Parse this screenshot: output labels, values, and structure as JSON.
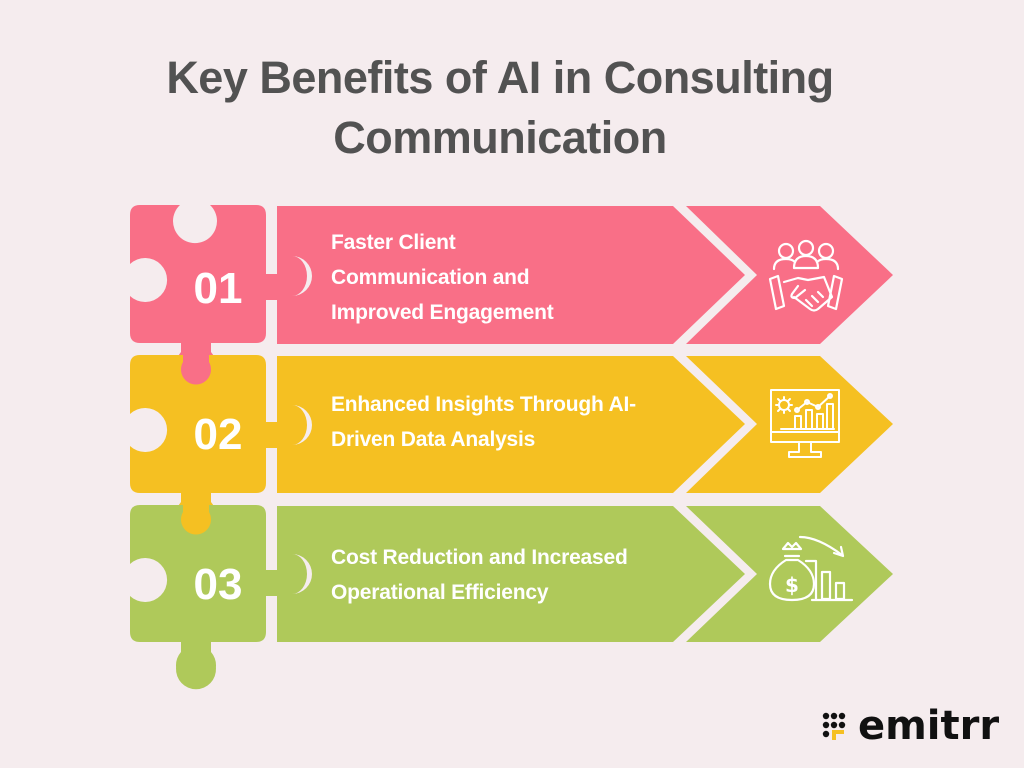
{
  "title": {
    "line1": "Key Benefits of AI in Consulting",
    "line2": "Communication"
  },
  "colors": {
    "background": "#f5ecee",
    "pink": "#f96f87",
    "yellow": "#f5c022",
    "green": "#afc95a",
    "title_text": "#525252"
  },
  "items": [
    {
      "number": "01",
      "lines": [
        "Faster Client",
        "Communication and",
        "Improved Engagement"
      ],
      "icon": "team-handshake-icon"
    },
    {
      "number": "02",
      "lines": [
        "Enhanced Insights Through AI-",
        "Driven Data Analysis"
      ],
      "icon": "monitor-analytics-icon"
    },
    {
      "number": "03",
      "lines": [
        "Cost Reduction and Increased",
        "Operational Efficiency"
      ],
      "icon": "money-bag-cost-reduction-icon"
    }
  ],
  "logo": {
    "text": "emitrr"
  }
}
